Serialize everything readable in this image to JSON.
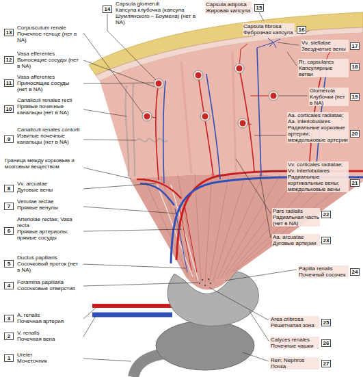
{
  "diagram": {
    "labels": [
      "14",
      "Capsula glomeruli",
      "Капсула клубочка (капсула Шумлянского – Боумена) (нет в NA)",
      "13",
      "Corpusculum renale",
      "Почечное тельце (нет в NA)",
      "12",
      "Vasa efferentes",
      "Выносящие сосуды (нет в NA)",
      "11",
      "Vasa afferentes",
      "Приносящие сосуды (нет в NA)",
      "10",
      "Canaliculi renales recti",
      "Прямые почечные канальцы (нет в NA)",
      "9",
      "Canaliculi renales contorti",
      "Извитые почечные канальцы (нет в NA)",
      "Граница между корковым и мозговым веществом",
      "8",
      "Vv. arcuatae",
      "Дуговые вены",
      "7",
      "Venulae rectae",
      "Прямые венулы",
      "6",
      "Arteriolae rectae; Vasa recta",
      "Прямые артериолы; прямые сосуды",
      "5",
      "Ductus papillaris",
      "Сосочковый проток (нет в NA)",
      "4",
      "Foramina papillaria",
      "Сосочковые отверстия",
      "3",
      "A. renalis",
      "Почечная артерия",
      "2",
      "V. renalis",
      "Почечная вена",
      "1",
      "Ureter",
      "Мочеточник",
      "Capsula adiposa",
      "Жировая капсула",
      "15",
      "Capsula fibrosa",
      "Фиброзная капсула",
      "16",
      "Vv. stellatae",
      "Звездчатые вены",
      "17",
      "Rr. capsulares",
      "Капсулярные ветви",
      "18",
      "Glomerula",
      "Клубочки (нет в NA)",
      "19",
      "Aa. corticales radiatae; Aa. interlobulares",
      "Радиальные корковые артерии; междольковые артерии",
      "20",
      "Vv. corticales radiatae; Vv. interlobulares",
      "Радиальные кортикальные вены; междольковые вены",
      "21",
      "Pars radialis",
      "Радиальная часть (нет в NA)",
      "22",
      "Aa. arcuatae",
      "Дуговые артерии",
      "23",
      "Papilla renalis",
      "Почечный сосочек",
      "24",
      "Area cribrosa",
      "Решетчатая зона",
      "25",
      "Calyces renales",
      "Почечные чашки",
      "26",
      "Ren; Nephros",
      "Почка",
      "27"
    ]
  }
}
